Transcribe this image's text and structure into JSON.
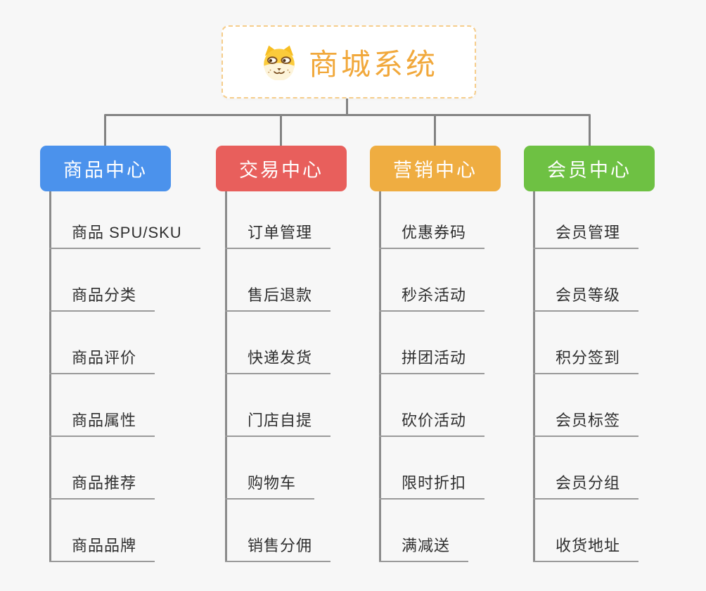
{
  "root": {
    "title": "商城系统",
    "icon": "dog-face-icon"
  },
  "branches": [
    {
      "label": "商品中心",
      "color": "#4b92ec",
      "children": [
        "商品 SPU/SKU",
        "商品分类",
        "商品评价",
        "商品属性",
        "商品推荐",
        "商品品牌"
      ]
    },
    {
      "label": "交易中心",
      "color": "#e85f5c",
      "children": [
        "订单管理",
        "售后退款",
        "快递发货",
        "门店自提",
        "购物车",
        "销售分佣"
      ]
    },
    {
      "label": "营销中心",
      "color": "#efad41",
      "children": [
        "优惠券码",
        "秒杀活动",
        "拼团活动",
        "砍价活动",
        "限时折扣",
        "满减送"
      ]
    },
    {
      "label": "会员中心",
      "color": "#6ec143",
      "children": [
        "会员管理",
        "会员等级",
        "积分签到",
        "会员标签",
        "会员分组",
        "收货地址"
      ]
    }
  ],
  "colors": {
    "background": "#f7f7f7",
    "root_title": "#f1a83b",
    "root_border": "#f6cd8b",
    "connector": "#838383",
    "leaf_underline": "#9a9a9a",
    "leaf_text": "#2f2f2f"
  }
}
